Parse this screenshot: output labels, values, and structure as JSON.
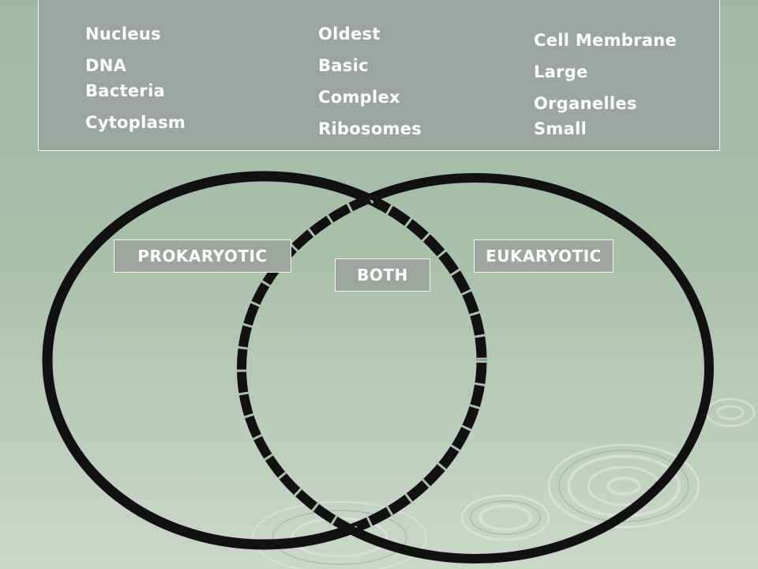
{
  "word_bank": {
    "columns": [
      [
        "Nucleus",
        "DNA",
        "Bacteria",
        "Cytoplasm"
      ],
      [
        "Oldest",
        "Basic",
        "Complex",
        "Ribosomes"
      ],
      [
        "Cell Membrane",
        "Large",
        "Organelles",
        "Small"
      ]
    ]
  },
  "venn": {
    "left_label": "PROKARYOTIC",
    "right_label": "EUKARYOTIC",
    "center_label": "BOTH"
  },
  "colors": {
    "background": "#a9c0ab",
    "panel": "#9aa69f",
    "ring": "#111111",
    "text": "#ffffff"
  }
}
